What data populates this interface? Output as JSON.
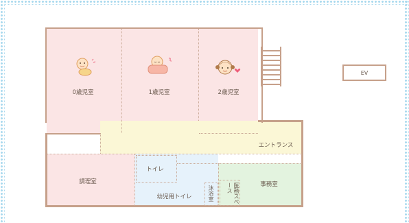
{
  "rooms": {
    "room_0": "0歳児室",
    "room_1": "1歳児室",
    "room_2": "2歳児室",
    "entrance": "エントランス",
    "kitchen": "調理室",
    "toilet": "トイレ",
    "toddler_toilet": "幼児用トイレ",
    "bath": "沐浴室",
    "medical": "医務スペース",
    "office": "事務室",
    "elevator": "EV"
  },
  "icons": {
    "room_0": "crawling-baby-icon",
    "room_1": "sleeping-baby-icon",
    "room_2": "toddler-girl-icon"
  },
  "colors": {
    "nursery": "#fbe5e5",
    "entrance": "#fbf7d6",
    "toilets": "#e6f2fb",
    "office": "#e3f3df",
    "walls": "#c6a08a"
  }
}
